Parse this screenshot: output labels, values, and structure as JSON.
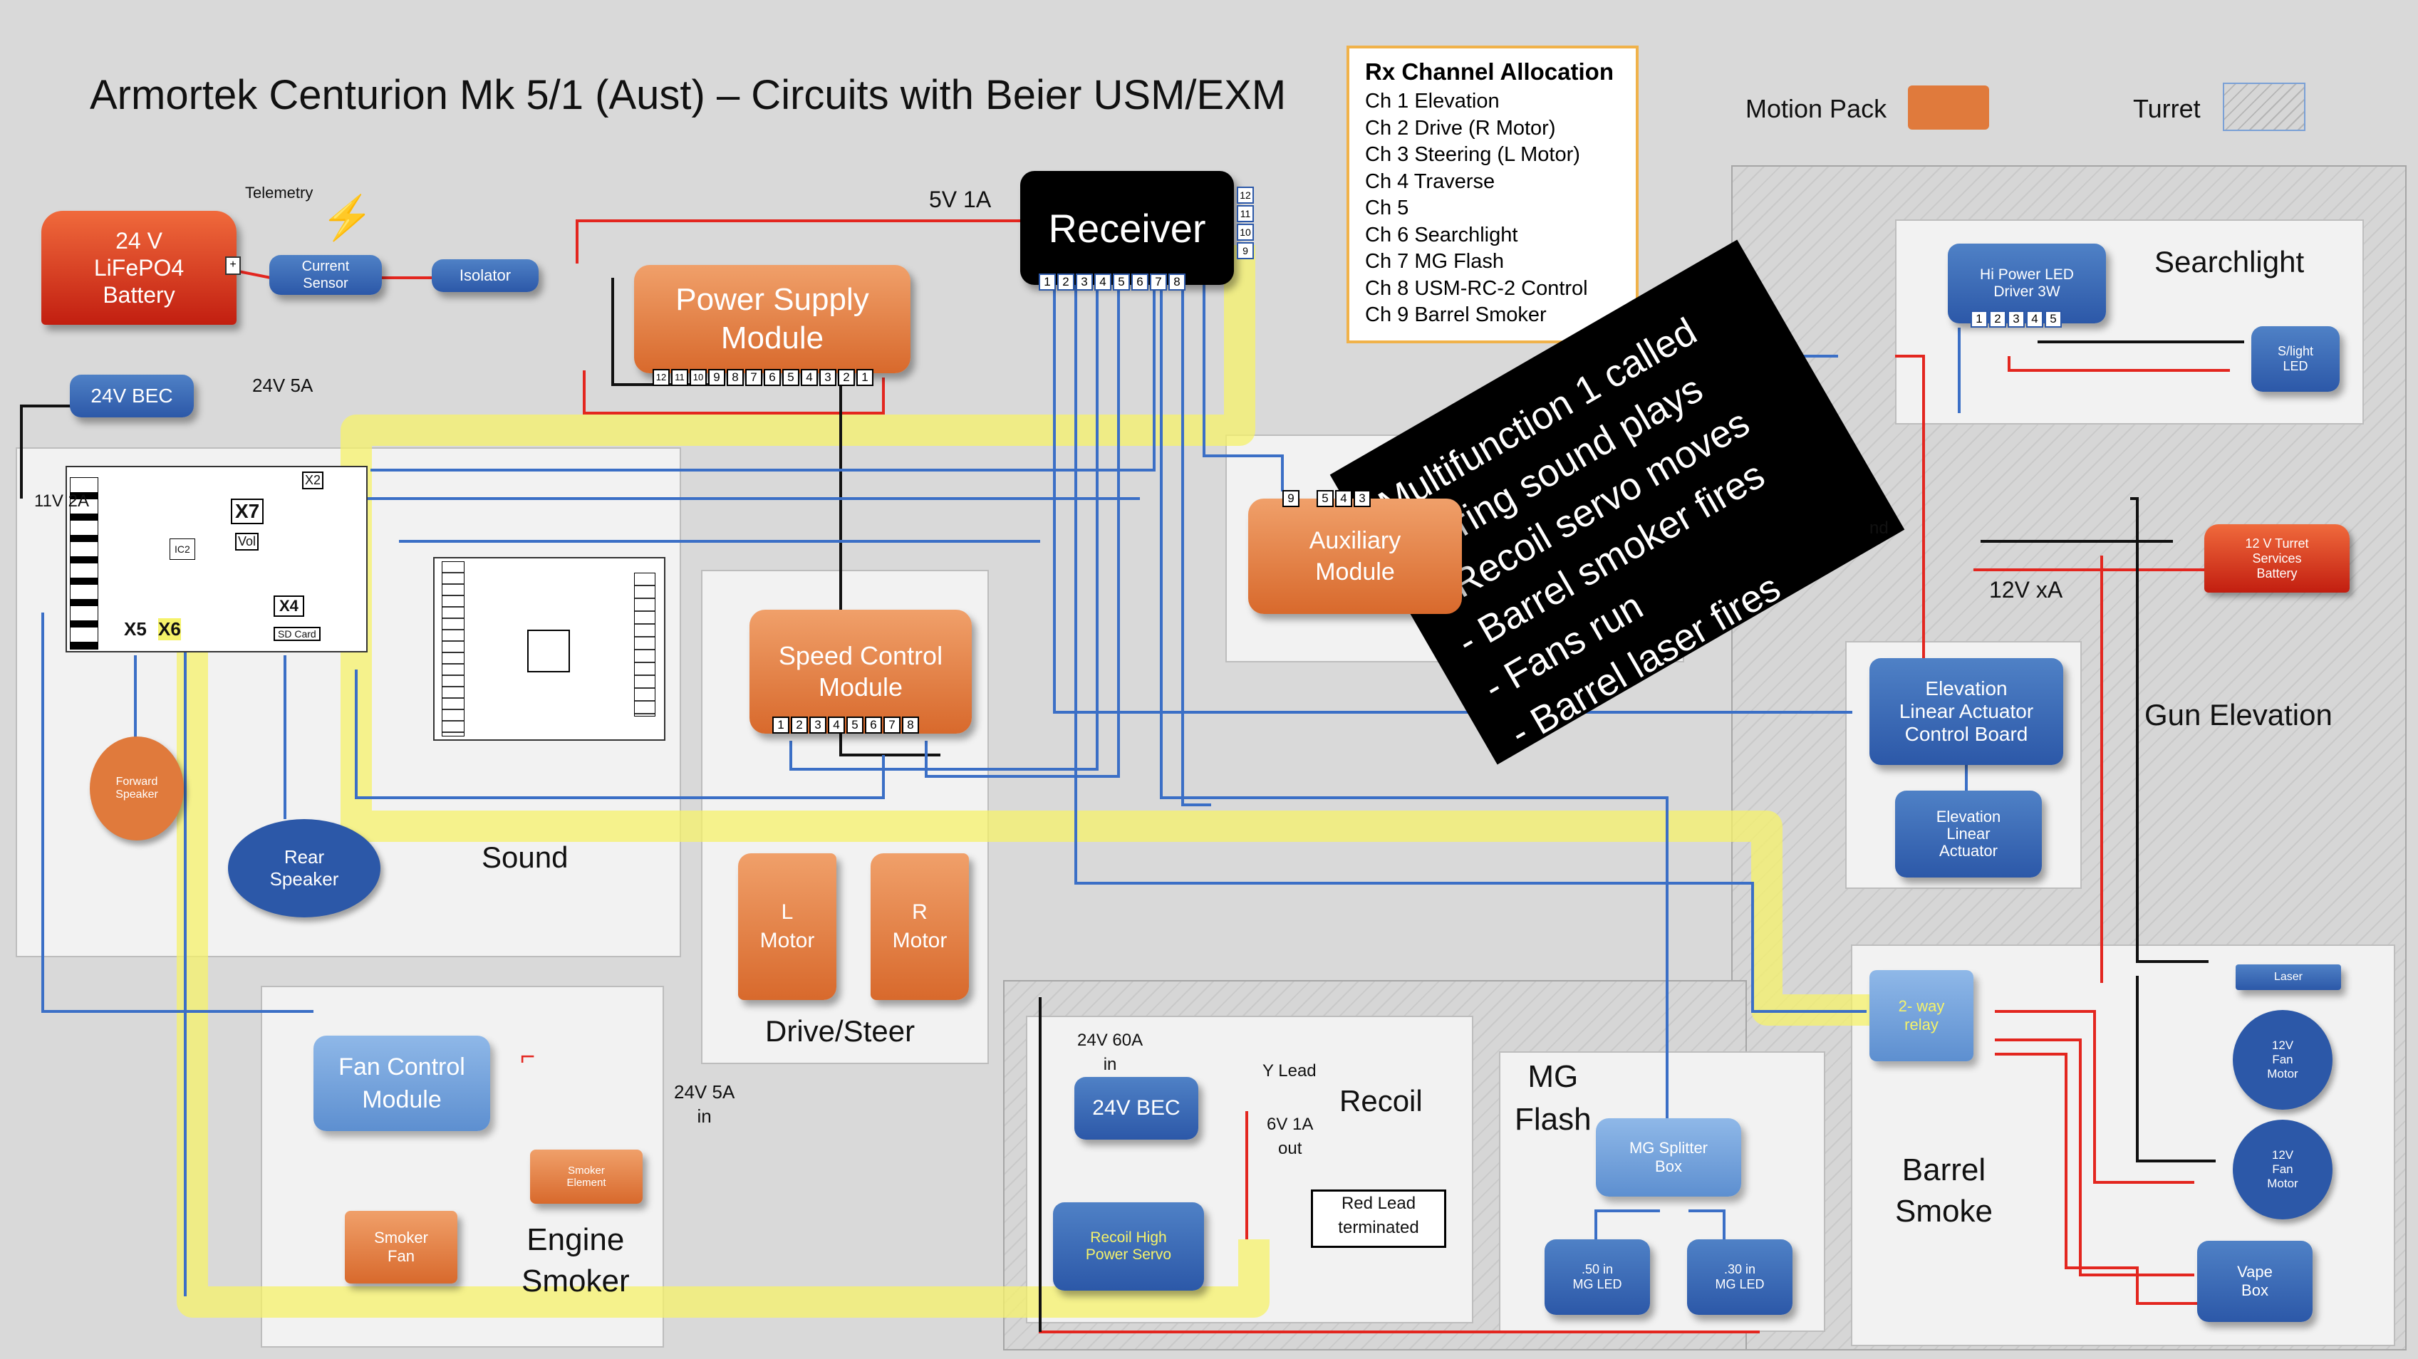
{
  "title": "Armortek Centurion Mk 5/1 (Aust) – Circuits with Beier USM/EXM",
  "legend": {
    "motion_pack": "Motion Pack",
    "turret": "Turret",
    "motion_pack_color": "#e07a3c"
  },
  "rx_allocation": {
    "heading": "Rx Channel Allocation",
    "channels": [
      "Ch 1 Elevation",
      "Ch 2 Drive (R Motor)",
      "Ch 3 Steering (L Motor)",
      "Ch 4 Traverse",
      "Ch 5",
      "Ch 6 Searchlight",
      "Ch 7 MG Flash",
      "Ch 8 USM-RC-2 Control",
      "Ch 9 Barrel Smoker"
    ]
  },
  "callout": {
    "lines": [
      "Multifunction 1 called",
      "- Firing sound plays",
      "-   Recoil servo moves",
      "-   Barrel smoker fires",
      "-   Fans run",
      "-   Barrel laser fires"
    ]
  },
  "components": {
    "battery": "24 V\nLiFePO4\nBattery",
    "telemetry": "Telemetry",
    "current_sensor": "Current\nSensor",
    "isolator": "Isolator",
    "bec_top": "24V BEC",
    "bec_top_rating": "24V 5A",
    "receiver": "Receiver",
    "receiver_rating": "5V 1A",
    "receiver_pins_bottom": [
      "1",
      "2",
      "3",
      "4",
      "5",
      "6",
      "7",
      "8"
    ],
    "receiver_pins_side": [
      "12",
      "11",
      "10",
      "9"
    ],
    "power_supply": "Power Supply\nModule",
    "power_supply_pins": [
      "12",
      "11",
      "10",
      "9",
      "8",
      "7",
      "6",
      "5",
      "4",
      "3",
      "2",
      "1"
    ],
    "auxiliary": "Auxiliary\nModule",
    "auxiliary_pins": [
      "9",
      "5",
      "4",
      "3"
    ],
    "speed_control": "Speed Control\nModule",
    "speed_control_pins": [
      "1",
      "2",
      "3",
      "4",
      "5",
      "6",
      "7",
      "8"
    ],
    "l_motor": "L\nMotor",
    "r_motor": "R\nMotor",
    "drive_steer": "Drive/Steer",
    "sound": "Sound",
    "forward_speaker": "Forward\nSpeaker",
    "rear_speaker": "Rear\nSpeaker",
    "usm_labels": {
      "x7": "X7",
      "vol": "Vol",
      "x4": "X4",
      "sd": "SD Card",
      "x5": "X5",
      "x6": "X6",
      "x2": "X2",
      "ic2": "IC2",
      "v11": "11V 2A"
    },
    "fan_control": "Fan Control\nModule",
    "smoker_element": "Smoker\nElement",
    "smoker_fan": "Smoker\nFan",
    "engine_smoker": "Engine\nSmoker",
    "bec_5a_in": "24V 5A\nin",
    "recoil": "Recoil",
    "bec_recoil": "24V BEC",
    "bec_recoil_in": "24V 60A\nin",
    "bec_recoil_out": "6V 1A\nout",
    "y_lead": "Y Lead",
    "red_lead": "Red Lead\nterminated",
    "recoil_servo": "Recoil High\nPower Servo",
    "mg_flash": "MG\nFlash",
    "mg_splitter": "MG Splitter\nBox",
    "mg_50": ".50 in\nMG LED",
    "mg_30": ".30 in\nMG LED",
    "searchlight": "Searchlight",
    "hp_led": "Hi Power LED\nDriver 3W",
    "hp_led_pins": [
      "1",
      "2",
      "3",
      "4",
      "5"
    ],
    "slight_led": "S/light\nLED",
    "turret_battery": "12 V Turret\nServices\nBattery",
    "v12_xa": "12V xA",
    "ground": "nd",
    "elevation_board": "Elevation\nLinear Actuator\nControl Board",
    "elevation_actuator": "Elevation\nLinear\nActuator",
    "gun_elevation": "Gun Elevation",
    "relay": "2- way\nrelay",
    "laser": "Laser",
    "fan_motor_1": "12V\nFan\nMotor",
    "fan_motor_2": "12V\nFan\nMotor",
    "vape_box": "Vape\nBox",
    "barrel_smoke": "Barrel\nSmoke"
  },
  "colors": {
    "wire_red": "#e3261f",
    "wire_blue": "#3b6fc6",
    "wire_black": "#111111",
    "highlight": "#f5f26a"
  }
}
